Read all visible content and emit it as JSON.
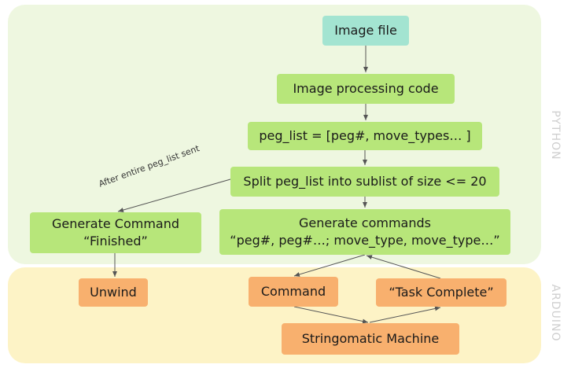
{
  "regions": {
    "python": {
      "label": "PYTHON",
      "color": "#eef7e0"
    },
    "arduino": {
      "label": "ARDUINO",
      "color": "#fdf3c6"
    }
  },
  "nodes": {
    "image_file": "Image file",
    "image_processing": "Image processing code",
    "peg_list": "peg_list = [peg#, move_types… ]",
    "split": "Split peg_list into sublist of size <= 20",
    "generate_commands": {
      "line1": "Generate commands",
      "line2": "“peg#, peg#…; move_type, move_type…”"
    },
    "generate_finished": {
      "line1": "Generate Command",
      "line2": "“Finished”"
    },
    "unwind": "Unwind",
    "command": "Command",
    "task_complete": "“Task Complete”",
    "stringomatic": "Stringomatic Machine"
  },
  "edge_labels": {
    "after_sent": "After entire peg_list sent"
  },
  "colors": {
    "teal": "#a3e4d1",
    "green": "#b7e67a",
    "orange": "#f8b06e",
    "edge": "#555555"
  }
}
